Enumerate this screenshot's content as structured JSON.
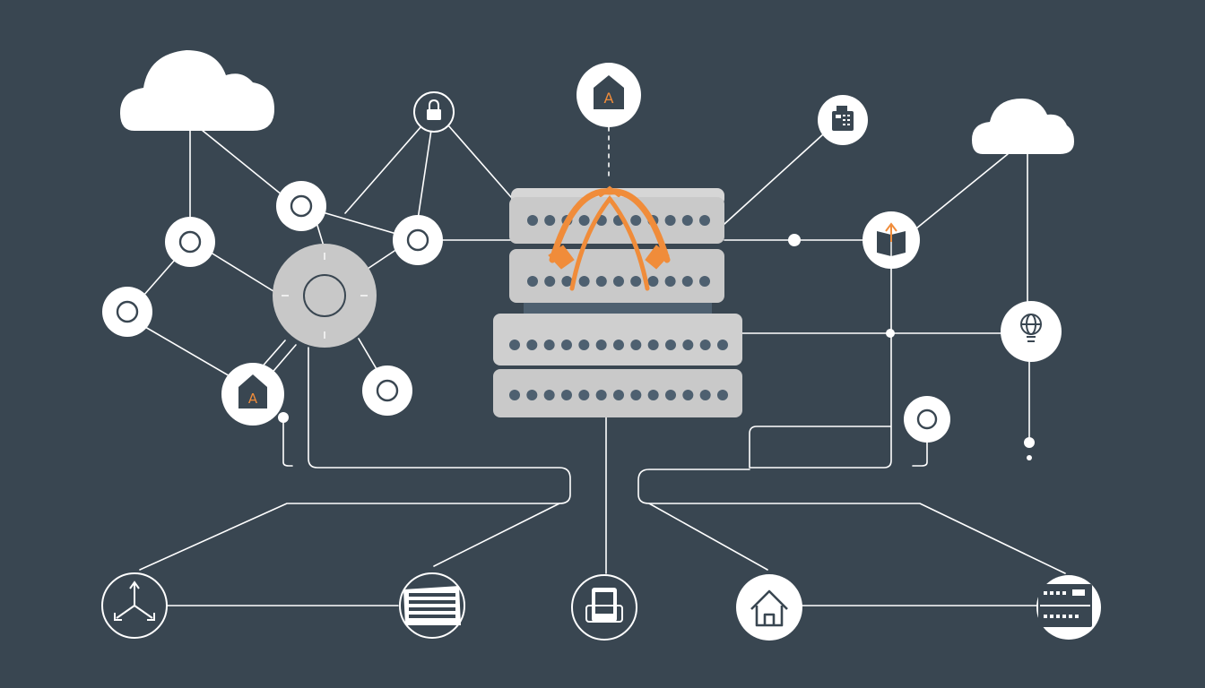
{
  "diagram": {
    "background_color": "#394651",
    "line_color": "#ffffff",
    "node_fill_light": "#ffffff",
    "node_fill_dark": "#3d4a55",
    "server_color": "#c9c9c9",
    "server_dot_color": "#4e6070",
    "accent_color": "#f08c3a",
    "nodes": {
      "cloud_left": {
        "icon": "cloud-icon"
      },
      "cloud_right": {
        "icon": "cloud-icon"
      },
      "lock_node": {
        "icon": "lock-icon"
      },
      "house_top": {
        "icon": "house-icon",
        "label": "A"
      },
      "house_left": {
        "icon": "house-icon",
        "label": "A"
      },
      "fax_node": {
        "icon": "fax-icon"
      },
      "book_node": {
        "icon": "book-icon"
      },
      "globe_bulb_node": {
        "icon": "globe-bulb-icon"
      },
      "server_stack": {
        "icon": "server-stack-icon"
      },
      "central_hub": {
        "icon": "hub-icon"
      },
      "arrows_node": {
        "icon": "tri-arrows-icon"
      },
      "building_node": {
        "icon": "building-icon"
      },
      "phone_node": {
        "icon": "phone-device-icon"
      },
      "home_outline_node": {
        "icon": "home-outline-icon"
      },
      "rack_node": {
        "icon": "server-rack-icon"
      }
    },
    "ring_node_count": 6
  }
}
